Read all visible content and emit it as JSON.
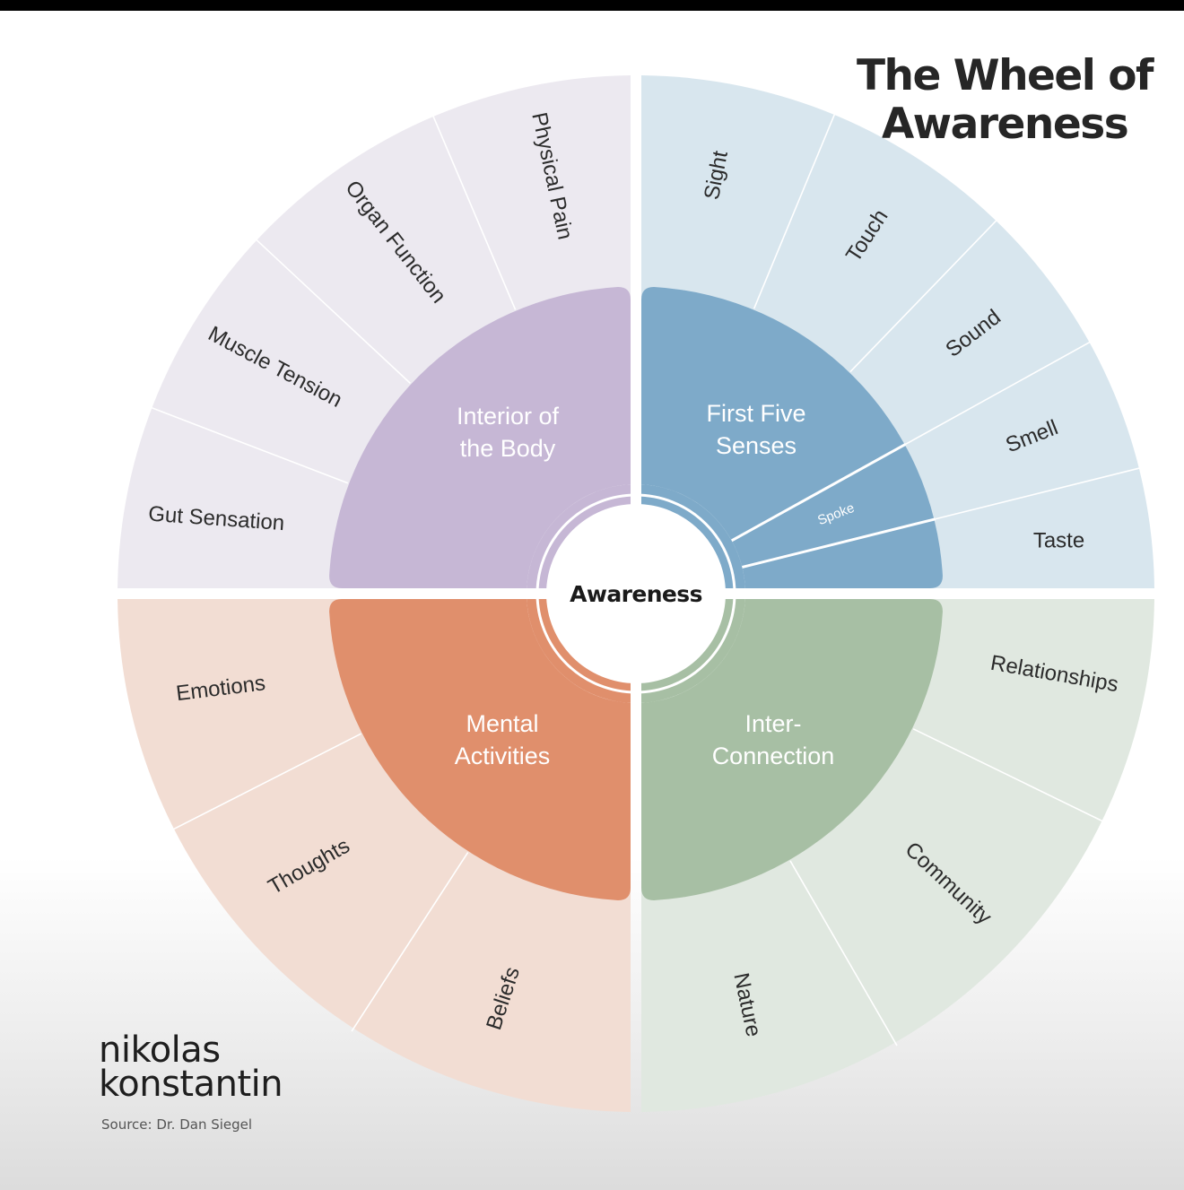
{
  "header": {
    "title_line1": "The Wheel of",
    "title_line2": "Awareness"
  },
  "footer": {
    "brand_line1": "nikolas",
    "brand_line2": "konstantin",
    "source": "Source: Dr. Dan Siegel"
  },
  "wheel": {
    "hub": "Awareness",
    "spoke_label": "Spoke",
    "quadrants": [
      {
        "id": "interior",
        "label_lines": [
          "Interior of",
          "the Body"
        ],
        "inner_color": "#c6b7d5",
        "outer_color": "#ece9f0",
        "items": [
          "Gut Sensation",
          "Muscle Tension",
          "Organ Function",
          "Physical Pain"
        ]
      },
      {
        "id": "senses",
        "label_lines": [
          "First Five",
          "Senses"
        ],
        "inner_color": "#7eaac9",
        "outer_color": "#d8e6ee",
        "items": [
          "Sight",
          "Touch",
          "Sound",
          "Smell",
          "Taste"
        ]
      },
      {
        "id": "mental",
        "label_lines": [
          "Mental",
          "Activities"
        ],
        "inner_color": "#e08f6c",
        "outer_color": "#f2ddd3",
        "items": [
          "Emotions",
          "Thoughts",
          "Beliefs"
        ]
      },
      {
        "id": "interconnection",
        "label_lines": [
          "Inter-",
          "Connection"
        ],
        "inner_color": "#a7bfa4",
        "outer_color": "#e0e8e0",
        "items": [
          "Relationships",
          "Community",
          "Nature"
        ]
      }
    ]
  }
}
